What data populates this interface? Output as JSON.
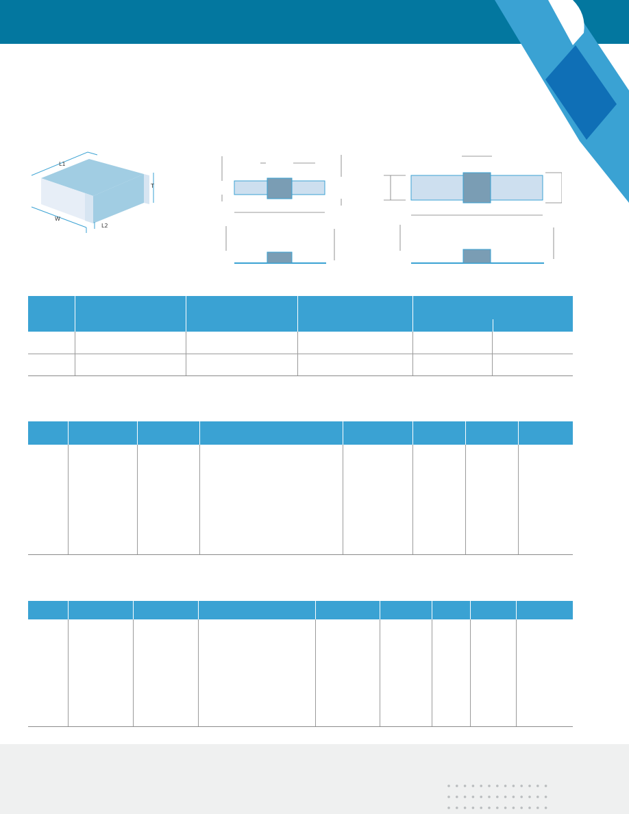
{
  "brand": {
    "header_color": "#03779f",
    "accent_light": "#3aa2d3",
    "accent_dark": "#0f6fb6",
    "footer_color": "#eff0f0"
  },
  "figures": {
    "iso": {
      "labels": {
        "l1": "L1",
        "t": "T",
        "w": "W",
        "l2": "L2"
      }
    }
  },
  "tables": {
    "t1": {
      "columns": [
        "",
        "",
        "",
        "",
        ""
      ],
      "rows": [
        [
          "",
          "",
          "",
          "",
          "",
          ""
        ],
        [
          "",
          "",
          "",
          "",
          "",
          ""
        ]
      ]
    },
    "t2": {
      "columns": [
        "",
        "",
        "",
        "",
        "",
        "",
        "",
        ""
      ],
      "rows": [
        [
          "",
          "",
          "",
          "",
          "",
          "",
          "",
          ""
        ]
      ]
    },
    "t3": {
      "columns": [
        "",
        "",
        "",
        "",
        "",
        "",
        "",
        "",
        ""
      ],
      "rows": [
        [
          "",
          "",
          "",
          "",
          "",
          "",
          "",
          "",
          ""
        ]
      ]
    }
  }
}
